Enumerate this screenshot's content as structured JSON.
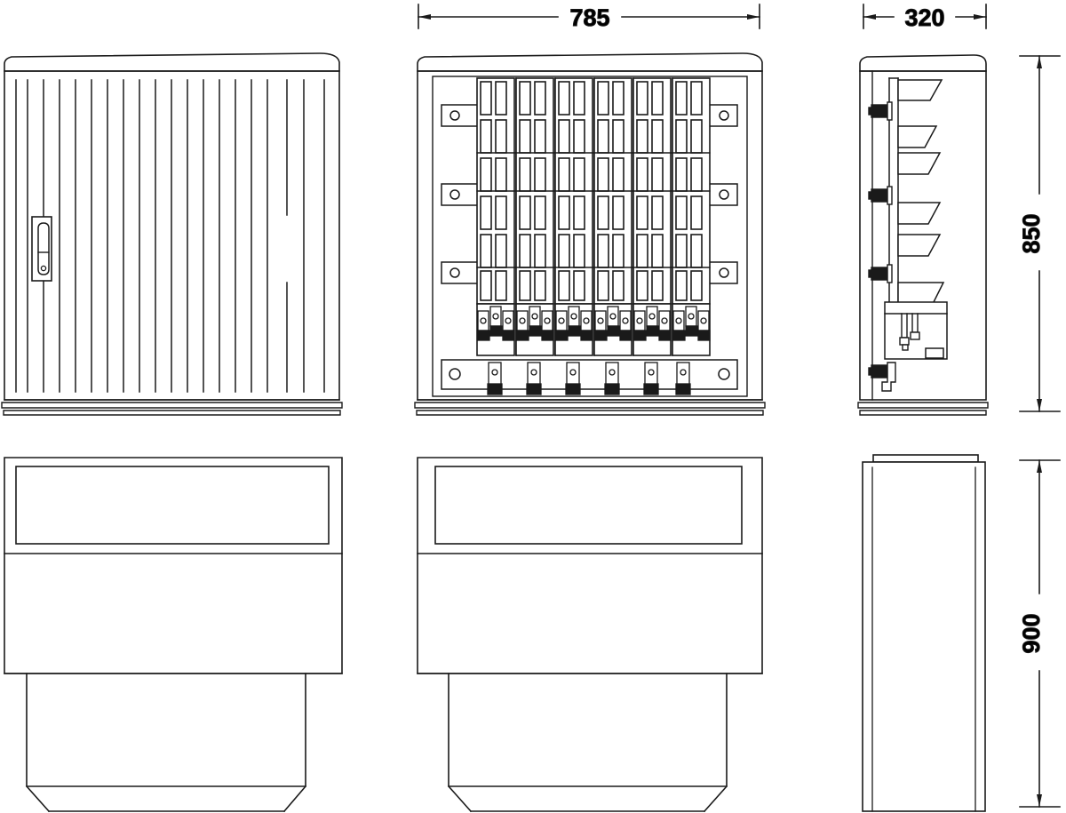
{
  "drawing": {
    "type": "technical-drawing",
    "subject": "electrical distribution cabinet",
    "units": "mm",
    "line_color": "#1a1a1a",
    "background_color": "#ffffff",
    "views": [
      {
        "id": "front-closed",
        "label": "front view door closed",
        "row": 1,
        "col": 1
      },
      {
        "id": "front-open",
        "label": "front view door open",
        "row": 1,
        "col": 2
      },
      {
        "id": "side",
        "label": "side view",
        "row": 1,
        "col": 3
      },
      {
        "id": "base-left",
        "label": "base front view",
        "row": 2,
        "col": 1
      },
      {
        "id": "base-middle",
        "label": "base front view open",
        "row": 2,
        "col": 2
      },
      {
        "id": "base-side",
        "label": "base side view",
        "row": 2,
        "col": 3
      }
    ]
  },
  "dimensions": {
    "width": {
      "value": "785",
      "orientation": "horizontal",
      "view": "front-open"
    },
    "depth": {
      "value": "320",
      "orientation": "horizontal",
      "view": "side"
    },
    "height": {
      "value": "850",
      "orientation": "vertical",
      "view": "side"
    },
    "base_height": {
      "value": "900",
      "orientation": "vertical",
      "view": "base-side"
    }
  },
  "front_closed": {
    "rib_count": 19,
    "handle": {
      "name": "door-lock-handle",
      "shape": "rounded-slot"
    }
  },
  "front_open": {
    "module_columns": 6,
    "module_rows": 6,
    "breaker_poles_per_column": 3,
    "bottom_terminals": 6,
    "mounting_rails": 4,
    "rail_holes_per_side": 1
  },
  "side_view": {
    "shelf_brackets": 6,
    "wall_mount_brackets": 4,
    "terminal_block": true
  },
  "base_view": {
    "panel_inset_rectangle": true,
    "segments": 3
  }
}
